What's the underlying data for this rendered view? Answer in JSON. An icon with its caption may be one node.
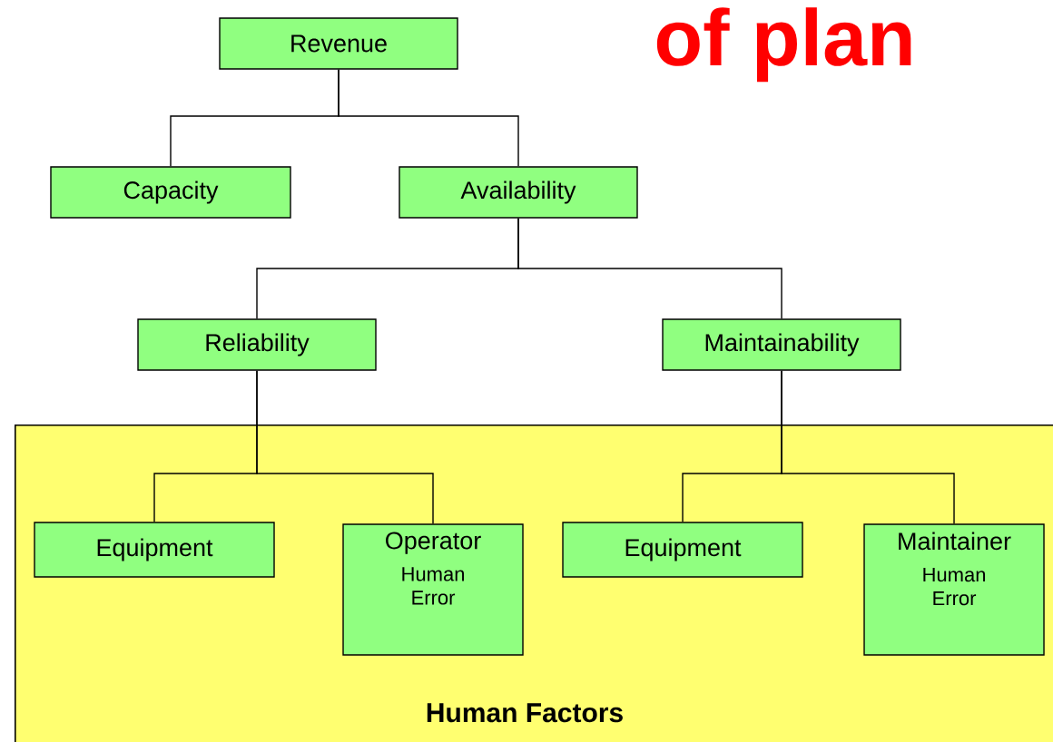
{
  "diagram": {
    "title": "of plan",
    "nodes": [
      {
        "text": [
          "Revenue"
        ]
      },
      {
        "text": [
          "Capacity"
        ]
      },
      {
        "text": [
          "Availability"
        ]
      },
      {
        "text": [
          "Reliability"
        ]
      },
      {
        "text": [
          "Maintainability"
        ]
      },
      {
        "text": [
          "Human Factors"
        ]
      },
      {
        "text": [
          "Equipment"
        ],
        "in": 5
      },
      {
        "text": [
          "Operator",
          "Human Error"
        ],
        "in": 5
      },
      {
        "text": [
          "Equipment"
        ],
        "in": 5
      },
      {
        "text": [
          "Maintainer",
          "Human Error"
        ],
        "in": 5
      }
    ],
    "edges": [
      {
        "from": 0,
        "to": 1,
        "arrow": "none"
      },
      {
        "from": 0,
        "to": 2,
        "arrow": "none"
      },
      {
        "from": 2,
        "to": 3,
        "arrow": "none"
      },
      {
        "from": 2,
        "to": 4,
        "arrow": "none"
      },
      {
        "from": 3,
        "to": 6,
        "arrow": "none"
      },
      {
        "from": 3,
        "to": 7,
        "arrow": "none"
      },
      {
        "from": 4,
        "to": 8,
        "arrow": "none"
      },
      {
        "from": 4,
        "to": 9,
        "arrow": "none"
      }
    ]
  }
}
